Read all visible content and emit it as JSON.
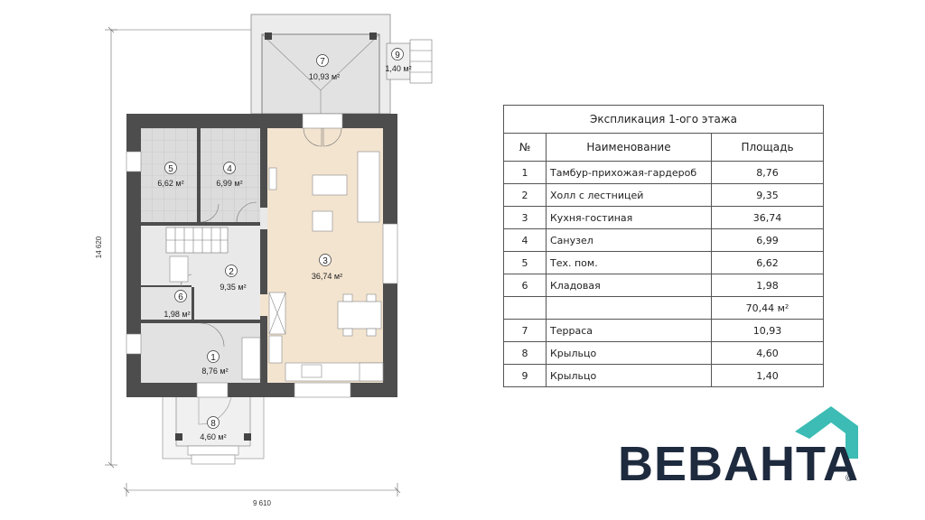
{
  "plan": {
    "rooms": [
      {
        "num": "1",
        "area": "8,76 м²"
      },
      {
        "num": "2",
        "area": "9,35 м²"
      },
      {
        "num": "3",
        "area": "36,74 м²"
      },
      {
        "num": "4",
        "area": "6,99 м²"
      },
      {
        "num": "5",
        "area": "6,62 м²"
      },
      {
        "num": "6",
        "area": "1,98 м²"
      },
      {
        "num": "7",
        "area": "10,93 м²"
      },
      {
        "num": "8",
        "area": "4,60 м²"
      },
      {
        "num": "9",
        "area": "1,40 м²"
      }
    ],
    "dim_width": "9 610",
    "dim_height": "14 620"
  },
  "table": {
    "title": "Экспликация 1-ого этажа",
    "headers": [
      "№",
      "Наименование",
      "Площадь"
    ],
    "rows": [
      {
        "no": "1",
        "name": "Тамбур-прихожая-гардероб",
        "area": "8,76"
      },
      {
        "no": "2",
        "name": "Холл с лестницей",
        "area": "9,35"
      },
      {
        "no": "3",
        "name": "Кухня-гостиная",
        "area": "36,74"
      },
      {
        "no": "4",
        "name": "Санузел",
        "area": "6,99"
      },
      {
        "no": "5",
        "name": "Тех. пом.",
        "area": "6,62"
      },
      {
        "no": "6",
        "name": "Кладовая",
        "area": "1,98"
      },
      {
        "no": "",
        "name": "",
        "area": "70,44 м²"
      },
      {
        "no": "7",
        "name": "Терраса",
        "area": "10,93"
      },
      {
        "no": "8",
        "name": "Крыльцо",
        "area": "4,60"
      },
      {
        "no": "9",
        "name": "Крыльцо",
        "area": "1,40"
      }
    ]
  },
  "brand": {
    "name": "BEBAHTA",
    "copyright": "©",
    "colors": {
      "roof": "#3cbcb4",
      "text": "#1e2a3e",
      "kitchen": "#f3e4d0",
      "wall": "#4a4a4a"
    }
  }
}
